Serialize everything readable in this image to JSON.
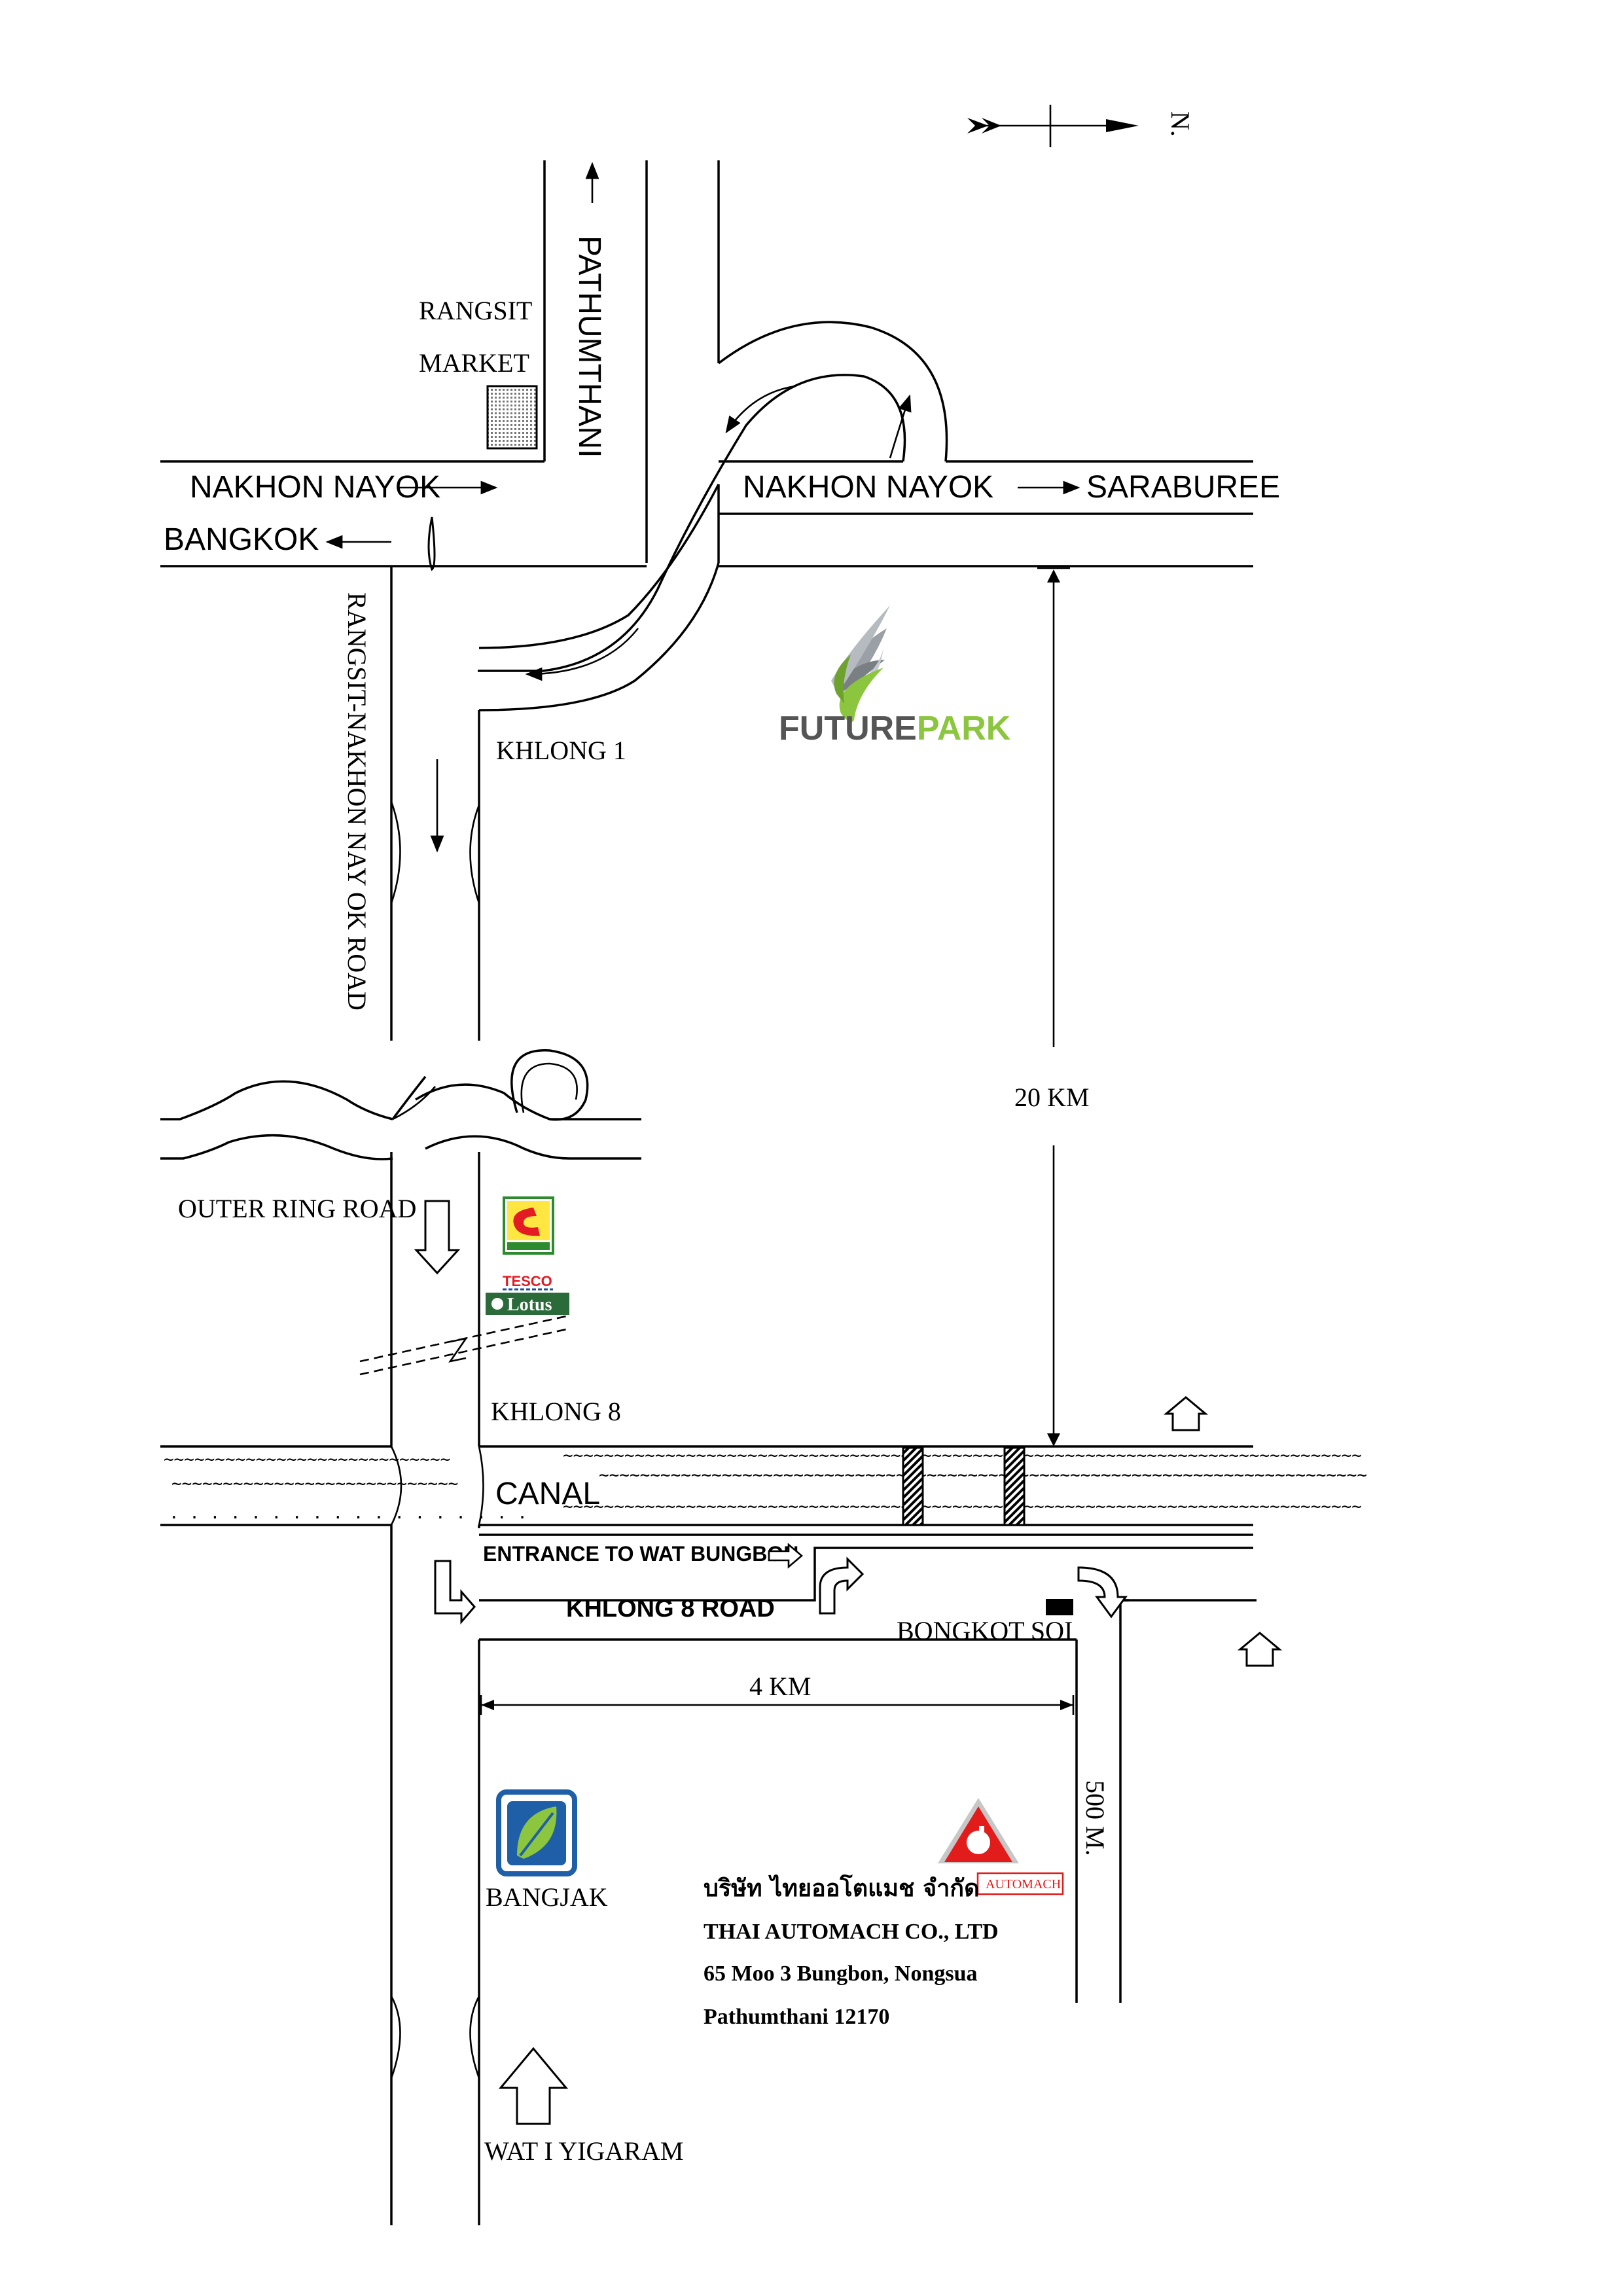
{
  "compass": {
    "label": "N.",
    "icon": "north-arrow-icon"
  },
  "roads": {
    "pathumthani": "PATHUMTHANI",
    "nakhon_nayok_left": "NAKHON NAYOK",
    "nakhon_nayok_right": "NAKHON NAYOK",
    "bangkok": "BANGKOK",
    "saraburee": "SARABUREE",
    "rangsit_nakhon_nayok_road": "RANGSIT-NAKHON NAY OK ROAD",
    "outer_ring_road": "OUTER RING ROAD",
    "khlong_8_road": "KHLONG 8 ROAD",
    "bongkot_soi": "BONGKOT SOI",
    "entrance": "ENTRANCE TO WAT BUNGBON"
  },
  "places": {
    "rangsit_market_line1": "RANGSIT",
    "rangsit_market_line2": "MARKET",
    "khlong1": "KHLONG 1",
    "khlong8": "KHLONG 8",
    "canal": "CANAL",
    "bangjak": "BANGJAK",
    "wat_yigaram": "WAT I YIGARAM"
  },
  "logos": {
    "future_park": {
      "text1": "FUTURE",
      "text2": "PARK",
      "icon": "future-park-logo-icon",
      "color": "#8cc63f"
    },
    "big_c": {
      "icon": "big-c-logo-icon"
    },
    "tesco_lotus": {
      "line1": "TESCO",
      "line2": "Lotus",
      "icon": "tesco-lotus-logo-icon"
    },
    "bangjak": {
      "icon": "bangchak-logo-icon",
      "color": "#1e5fa8"
    },
    "automach": {
      "text": "AUTOMACH",
      "icon": "automach-logo-icon",
      "color": "#e21b1b"
    }
  },
  "distances": {
    "d20km": "20 KM",
    "d4km": "4 KM",
    "d500m": "500 M."
  },
  "company": {
    "thai_name": "บริษัท ไทยออโตแมช จำกัด",
    "name": "THAI AUTOMACH CO., LTD",
    "address1": "65 Moo 3 Bungbon, Nongsua",
    "address2": "Pathumthani 12170"
  }
}
